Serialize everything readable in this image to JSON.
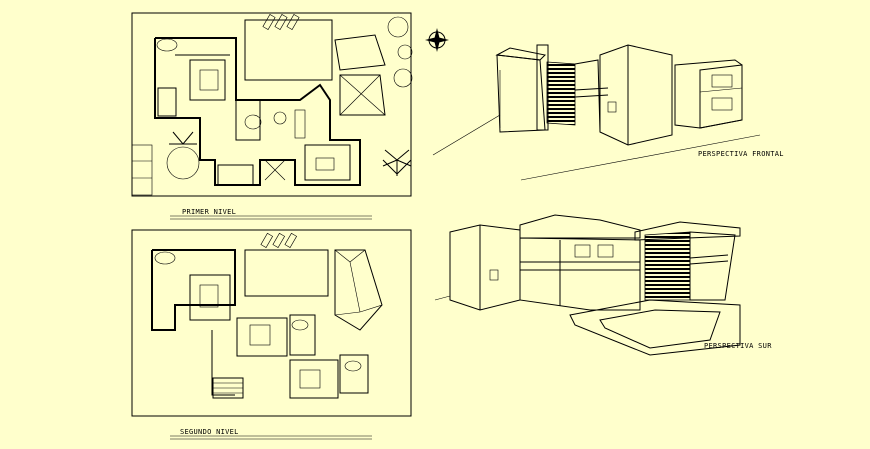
{
  "labels": {
    "level_1": "PRIMER NIVEL",
    "level_2": "SEGUNDO NIVEL",
    "view_front": "PERSPECTIVA FRONTAL",
    "view_south": "PERSPECTIVA SUR"
  },
  "colors": {
    "background": "#ffffcc",
    "ink": "#000000"
  }
}
